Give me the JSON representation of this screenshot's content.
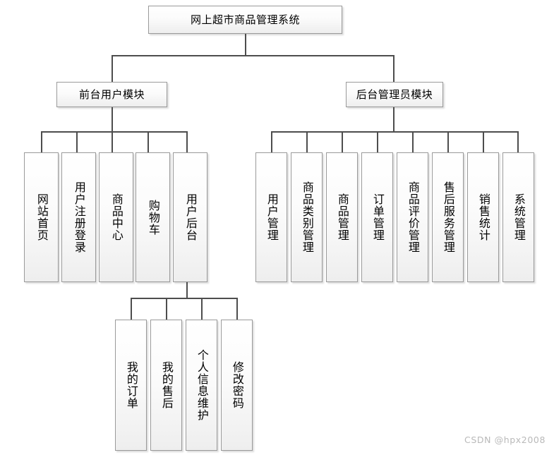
{
  "diagram": {
    "type": "tree-hierarchy",
    "root": {
      "label": "网上超市商品管理系统"
    },
    "modules": [
      {
        "label": "前台用户模块"
      },
      {
        "label": "后台管理员模块"
      }
    ],
    "frontend_leaves": [
      {
        "label": "网站首页"
      },
      {
        "label": "用户注册登录"
      },
      {
        "label": "商品中心"
      },
      {
        "label": "购物车"
      },
      {
        "label": "用户后台"
      }
    ],
    "backend_leaves": [
      {
        "label": "用户管理"
      },
      {
        "label": "商品类别管理"
      },
      {
        "label": "商品管理"
      },
      {
        "label": "订单管理"
      },
      {
        "label": "商品评价管理"
      },
      {
        "label": "售后服务管理"
      },
      {
        "label": "销售统计"
      },
      {
        "label": "系统管理"
      }
    ],
    "user_backend_leaves": [
      {
        "label": "我的订单"
      },
      {
        "label": "我的售后"
      },
      {
        "label": "个人信息维护"
      },
      {
        "label": "修改密码"
      }
    ],
    "colors": {
      "box_border": "#9a9a9a",
      "box_fill_top": "#ffffff",
      "box_fill_bottom": "#eeeeee",
      "line": "#4d4d4d",
      "text": "#000000",
      "watermark": "#b9b9b9",
      "background": "#ffffff"
    }
  },
  "watermark": {
    "text": "CSDN @hpx2008"
  }
}
